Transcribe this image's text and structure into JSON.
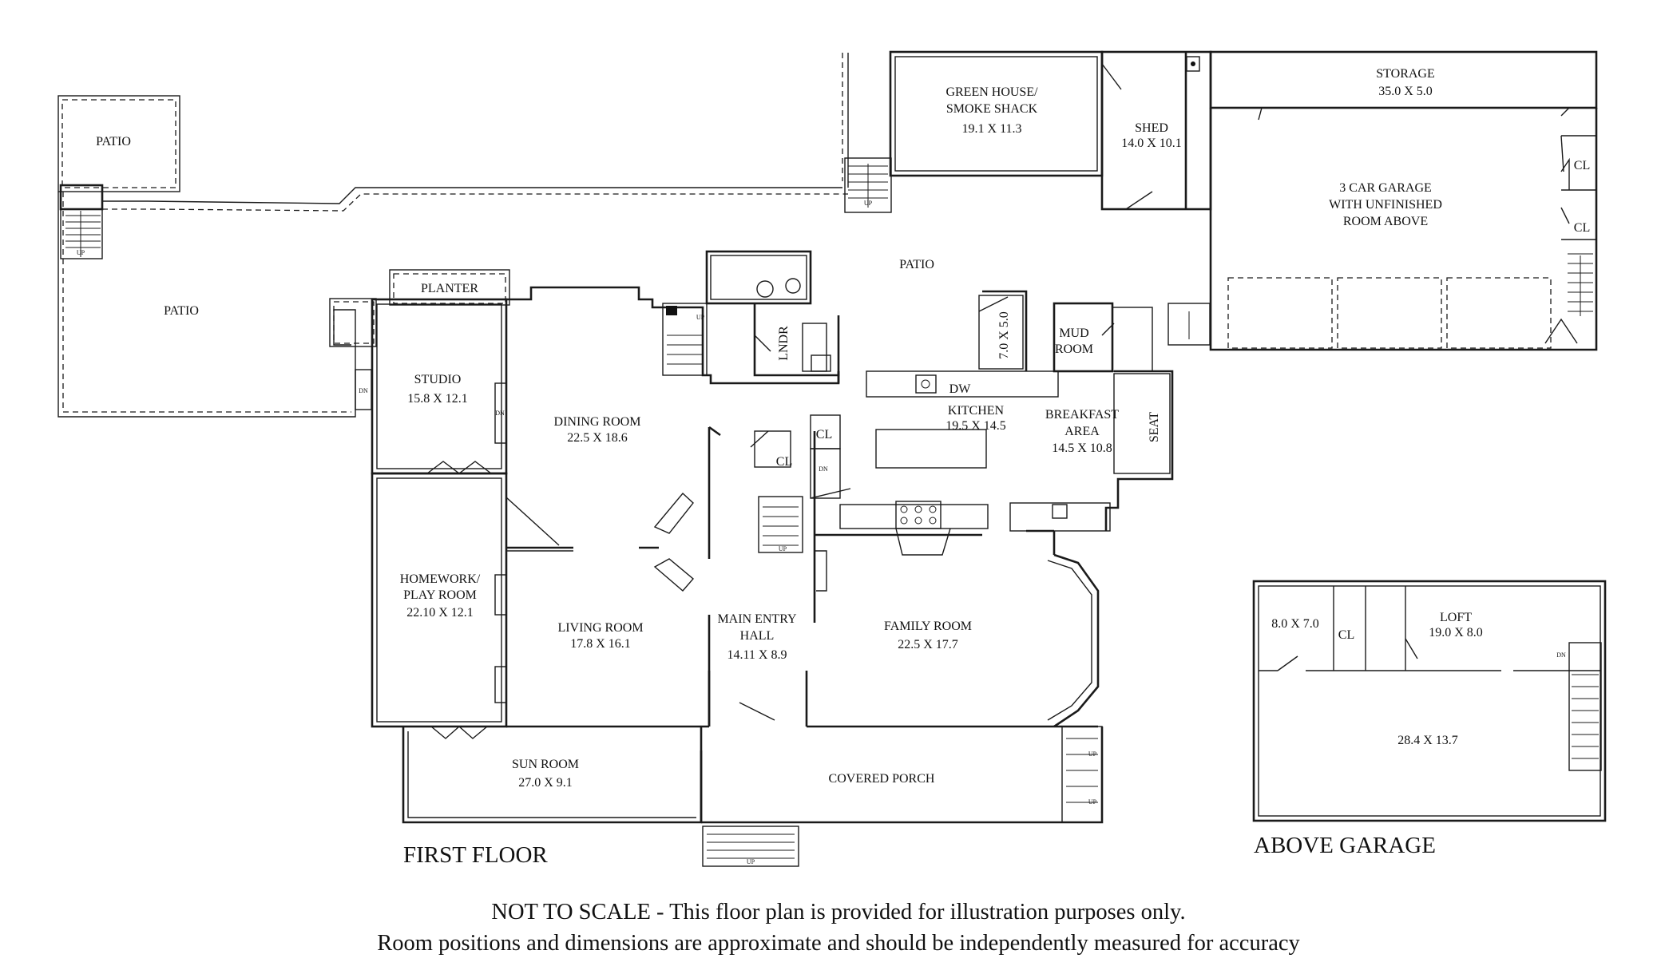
{
  "rooms": {
    "patio_top": {
      "name": "PATIO"
    },
    "patio_left": {
      "name": "PATIO"
    },
    "planter": {
      "name": "PLANTER"
    },
    "greenhouse": {
      "line1": "GREEN HOUSE/",
      "line2": "SMOKE SHACK",
      "dims": "19.1 X 11.3"
    },
    "shed": {
      "name": "SHED",
      "dims": "14.0 X 10.1"
    },
    "storage": {
      "name": "STORAGE",
      "dims": "35.0 X 5.0"
    },
    "garage": {
      "line1": "3 CAR GARAGE",
      "line2": "WITH UNFINISHED",
      "line3": "ROOM ABOVE"
    },
    "garage_cl1": {
      "name": "CL"
    },
    "garage_cl2": {
      "name": "CL"
    },
    "patio_mid": {
      "name": "PATIO"
    },
    "studio": {
      "name": "STUDIO",
      "dims": "15.8 X 12.1"
    },
    "dining": {
      "name": "DINING ROOM",
      "dims": "22.5 X 18.6"
    },
    "laundry": {
      "name": "LNDR"
    },
    "pantry": {
      "dims": "7.0 X 5.0"
    },
    "mudroom": {
      "line1": "MUD",
      "line2": "ROOM"
    },
    "kitchen": {
      "name": "KITCHEN",
      "dims": "19.5 X 14.5",
      "dw": "DW"
    },
    "breakfast": {
      "line1": "BREAKFAST",
      "line2": "AREA",
      "dims": "14.5 X 10.8"
    },
    "seat": {
      "name": "SEAT"
    },
    "hall_cl1": {
      "name": "CL"
    },
    "hall_cl2": {
      "name": "CL"
    },
    "homework": {
      "line1": "HOMEWORK/",
      "line2": "PLAY ROOM",
      "dims": "22.10 X 12.1"
    },
    "living": {
      "name": "LIVING ROOM",
      "dims": "17.8 X 16.1"
    },
    "entry": {
      "line1": "MAIN ENTRY",
      "line2": "HALL",
      "dims": "14.11 X 8.9"
    },
    "family": {
      "name": "FAMILY ROOM",
      "dims": "22.5 X 17.7"
    },
    "sunroom": {
      "name": "SUN ROOM",
      "dims": "27.0 X 9.1"
    },
    "porch": {
      "name": "COVERED PORCH"
    },
    "above_room1": {
      "dims": "8.0 X 7.0"
    },
    "above_cl": {
      "name": "CL"
    },
    "loft": {
      "name": "LOFT",
      "dims": "19.0 X 8.0"
    },
    "above_main": {
      "dims": "28.4 X 13.7"
    }
  },
  "stairs": {
    "up": "UP",
    "dn": "DN"
  },
  "titles": {
    "first_floor": "FIRST FLOOR",
    "above_garage": "ABOVE GARAGE"
  },
  "disclaimer": {
    "line1": "NOT TO SCALE - This floor plan is provided for illustration purposes only.",
    "line2": "Room positions and dimensions are approximate and should be independently measured for accuracy"
  }
}
